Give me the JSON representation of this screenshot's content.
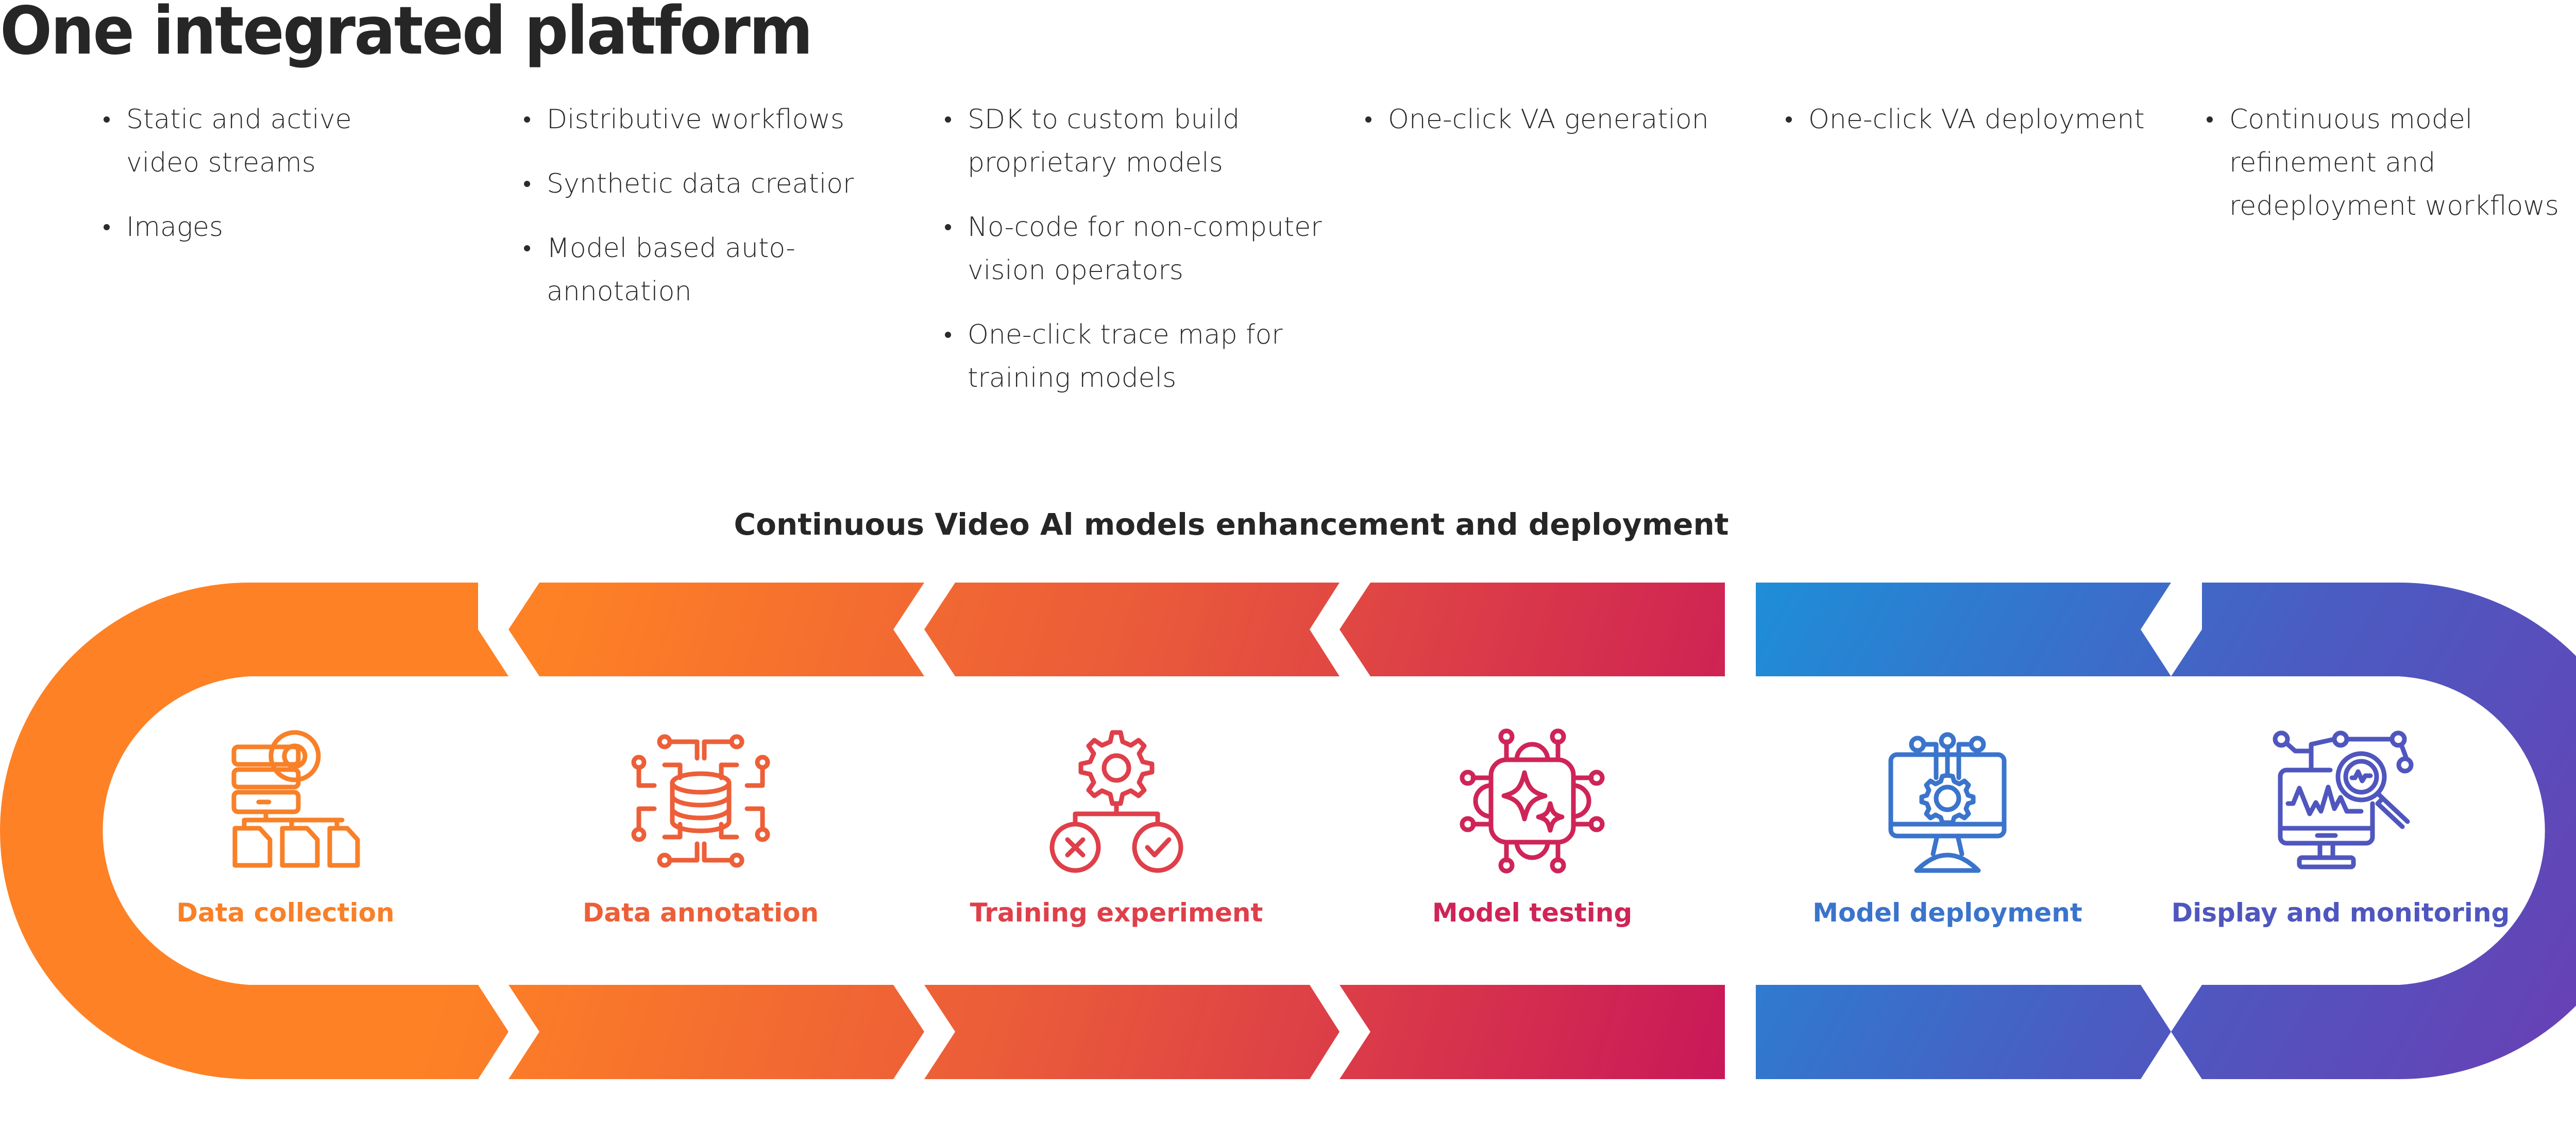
{
  "title": "One integrated platform",
  "features": [
    {
      "items": [
        "Static and active video streams",
        "Images"
      ]
    },
    {
      "items": [
        "Distributive workflows",
        "Synthetic data creatior",
        "Model based auto-annotation"
      ]
    },
    {
      "items": [
        "SDK to custom build proprietary models",
        "No-code for non-computer vision operators",
        "One-click trace map for training models"
      ]
    },
    {
      "items": [
        "One-click VA generation"
      ]
    },
    {
      "items": [
        "One-click VA deployment"
      ]
    },
    {
      "items": [
        "Continuous model refinement and redeployment workflows"
      ]
    }
  ],
  "pipeline": {
    "subtitle": "Continuous Video Al models enhancement and deployment",
    "colors": {
      "warm_start": "#FE8125",
      "warm_mid": "#EA5A3A",
      "warm_end": "#C91859",
      "cool_start": "#1E8ED8",
      "cool_mid": "#4A5CC2",
      "cool_end": "#6D3BB2"
    },
    "stages": [
      {
        "label": "Data collection",
        "icon": "database-gear-files-icon",
        "color": "#F88028"
      },
      {
        "label": "Data annotation",
        "icon": "database-circuit-icon",
        "color": "#EC5F38"
      },
      {
        "label": "Training experiment",
        "icon": "gear-decision-tree-icon",
        "color": "#DF3F4A"
      },
      {
        "label": "Model testing",
        "icon": "ai-chip-sparkle-icon",
        "color": "#CF2458"
      },
      {
        "label": "Model deployment",
        "icon": "monitor-gear-network-icon",
        "color": "#3A74CC"
      },
      {
        "label": "Display and monitoring",
        "icon": "monitor-analytics-magnifier-icon",
        "color": "#4F56BE"
      }
    ]
  }
}
